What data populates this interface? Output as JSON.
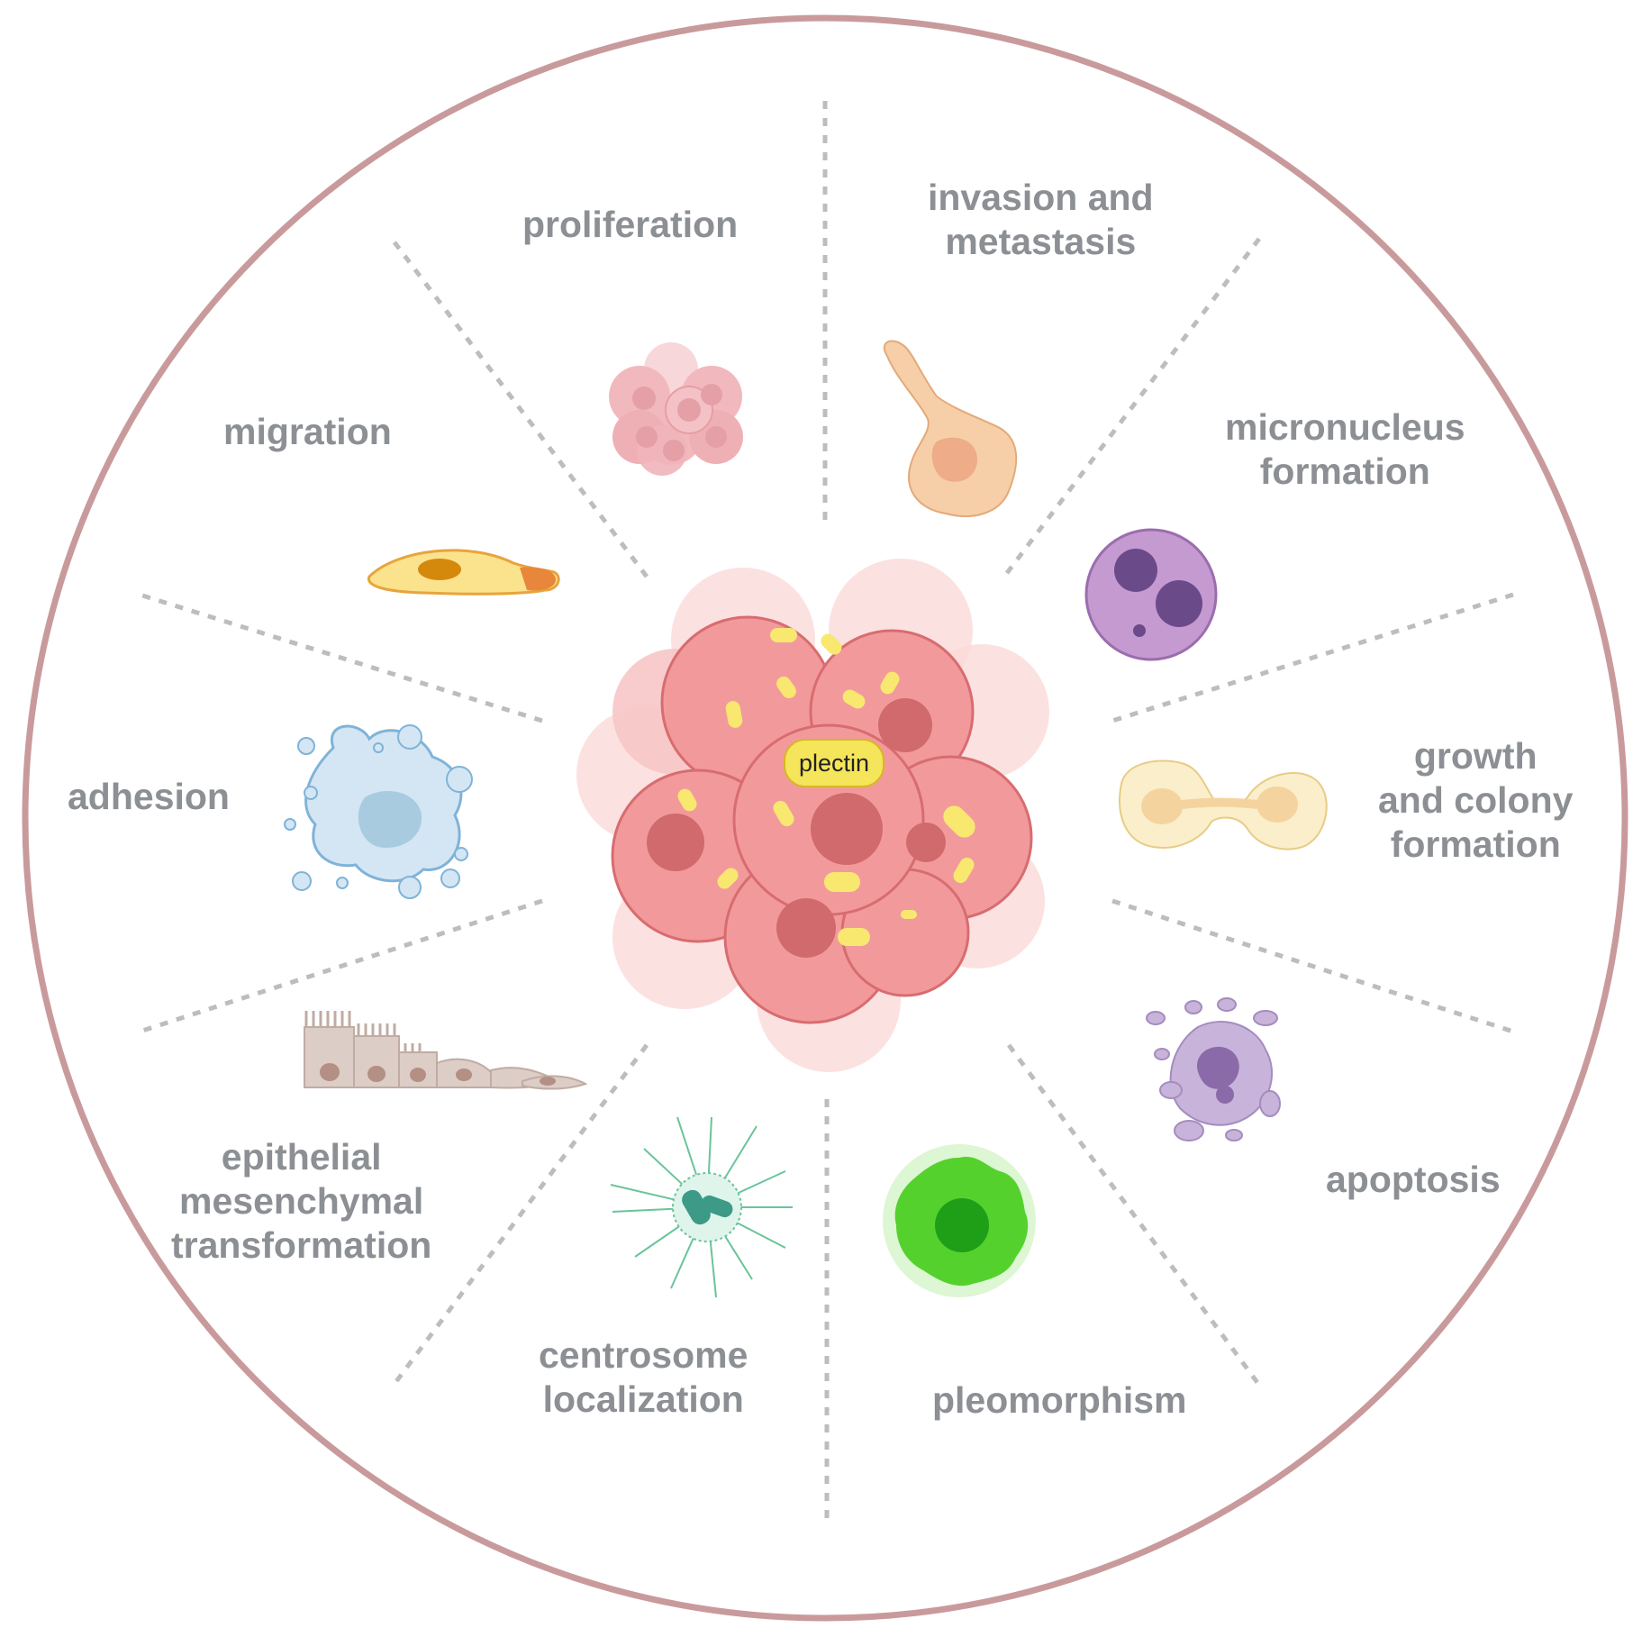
{
  "center": {
    "label": "plectin"
  },
  "segments": [
    {
      "id": "proliferation",
      "lines": [
        "proliferation"
      ]
    },
    {
      "id": "invasion",
      "lines": [
        "invasion and",
        "metastasis"
      ]
    },
    {
      "id": "micronucleus",
      "lines": [
        "micronucleus",
        "formation"
      ]
    },
    {
      "id": "growth",
      "lines": [
        "growth",
        "and colony",
        "formation"
      ]
    },
    {
      "id": "apoptosis",
      "lines": [
        "apoptosis"
      ]
    },
    {
      "id": "pleomorphism",
      "lines": [
        "pleomorphism"
      ]
    },
    {
      "id": "centrosome",
      "lines": [
        "centrosome",
        "localization"
      ]
    },
    {
      "id": "emt",
      "lines": [
        "epithelial",
        "mesenchymal",
        "transformation"
      ]
    },
    {
      "id": "adhesion",
      "lines": [
        "adhesion"
      ]
    },
    {
      "id": "migration",
      "lines": [
        "migration"
      ]
    }
  ],
  "colors": {
    "ring": "#c99a9c",
    "label": "#8c8f93",
    "divider": "#bdbdbd",
    "plectin_fill": "#f4e55a"
  }
}
